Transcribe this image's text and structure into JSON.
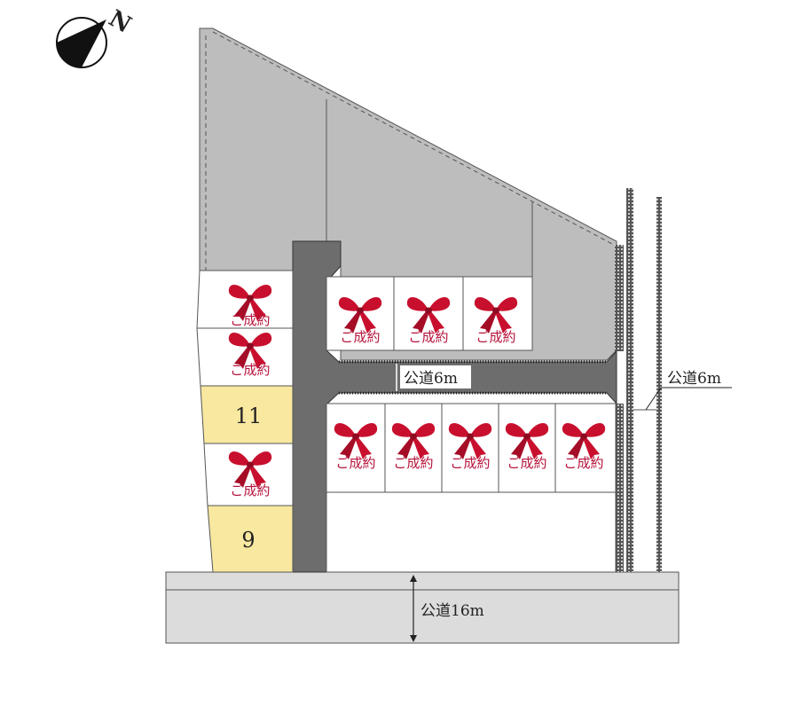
{
  "compass": {
    "letter": "N"
  },
  "roads": {
    "inner": "公道6m",
    "side": "公道6m",
    "main": "公道16m"
  },
  "sold_label": "ご成約",
  "lots": {
    "available": [
      {
        "number": "11"
      },
      {
        "number": "9"
      }
    ]
  },
  "colors": {
    "available_lot": "#f8e8a0",
    "sold_text": "#b5123a",
    "road_dark": "#6d6d6d",
    "neighbor_land": "#bdbdbd",
    "main_road": "#dcdcdc"
  },
  "icons": [
    "compass-icon",
    "ribbon-icon"
  ]
}
